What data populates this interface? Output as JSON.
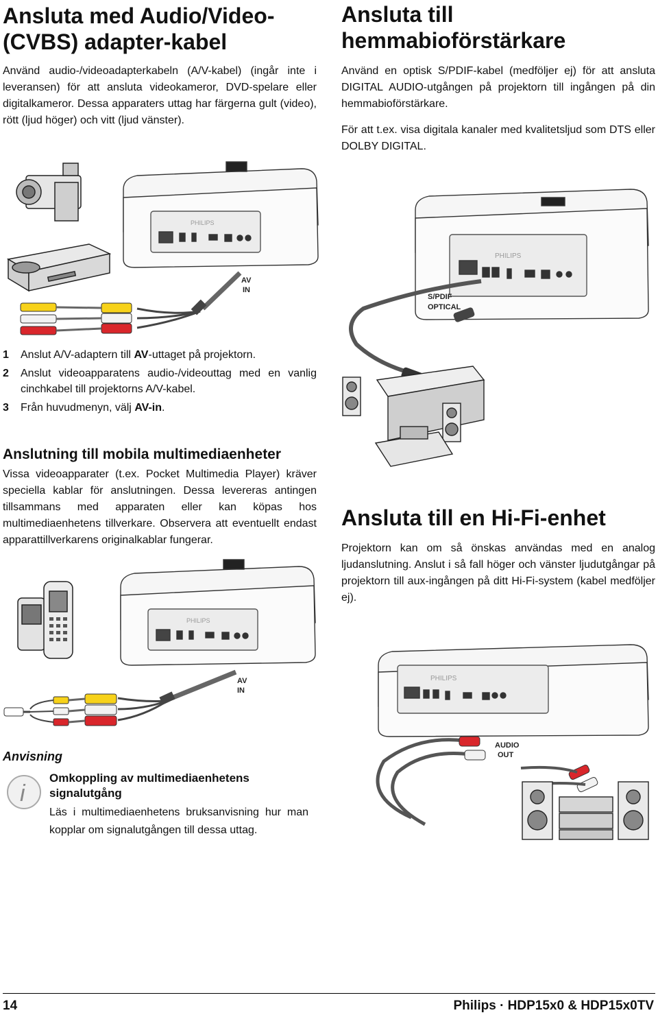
{
  "left": {
    "title_line1": "Ansluta med Audio/Video-",
    "title_line2": "(CVBS) adapter-kabel",
    "intro": "Använd audio-/videoadapterkabeln (A/V-kabel) (ingår inte i leveransen) för att ansluta videokameror, DVD-spelare eller digitalkameror. Dessa apparaters uttag har färgerna gult (video), rött (ljud höger) och vitt (ljud vänster).",
    "figure1": {
      "projector_brand": "PHILIPS",
      "port_label_line1": "AV",
      "port_label_line2": "IN"
    },
    "steps": [
      {
        "num": "1",
        "before": "Anslut A/V-adaptern till ",
        "bold": "AV",
        "after": "-uttaget på projektorn."
      },
      {
        "num": "2",
        "before": "Anslut videoapparatens audio-/videouttag med en vanlig cinchkabel till projektorns A/V-kabel.",
        "bold": "",
        "after": ""
      },
      {
        "num": "3",
        "before": "Från huvudmenyn, välj ",
        "bold": "AV-in",
        "after": "."
      }
    ],
    "mobile_title": "Anslutning till mobila multimediaenheter",
    "mobile_text": "Vissa videoapparater (t.ex. Pocket Multimedia Player) kräver speciella kablar för anslutningen. Dessa levereras antingen tillsammans med apparaten eller kan köpas hos multimediaenhetens tillverkare. Observera att eventuellt endast apparattillverkarens originalkablar fungerar.",
    "figure2": {
      "projector_brand": "PHILIPS",
      "port_label_line1": "AV",
      "port_label_line2": "IN"
    },
    "note": {
      "heading": "Anvisning",
      "title": "Omkoppling av multimediaenhetens signalutgång",
      "text": "Läs i multimediaenhetens bruksanvisning hur man kopplar om signalutgången till dessa uttag."
    }
  },
  "right": {
    "title_line1": "Ansluta till",
    "title_line2": "hemmabioförstärkare",
    "intro1": "Använd en optisk S/PDIF-kabel (medföljer ej) för att ansluta DIGITAL AUDIO-utgången på projektorn till ingången på din hemmabioförstärkare.",
    "intro2": "För att t.ex. visa digitala kanaler med kvalitetsljud som DTS eller DOLBY DIGITAL.",
    "figure1": {
      "projector_brand": "PHILIPS",
      "port_label_line1": "S/PDIF",
      "port_label_line2": "OPTICAL"
    },
    "hifi_title": "Ansluta till en Hi-Fi-enhet",
    "hifi_text": "Projektorn kan om så önskas användas med en analog ljudanslutning. Anslut i så fall höger och vänster ljudutgångar på projektorn till aux-ingången på ditt Hi-Fi-system (kabel medföljer ej).",
    "figure2": {
      "projector_brand": "PHILIPS",
      "port_label_line1": "AUDIO",
      "port_label_line2": "OUT"
    }
  },
  "footer": {
    "page_number": "14",
    "product": "Philips · HDP15x0 & HDP15x0TV"
  },
  "colors": {
    "yellow": "#f7d21a",
    "red": "#d9262b",
    "text": "#111111"
  }
}
